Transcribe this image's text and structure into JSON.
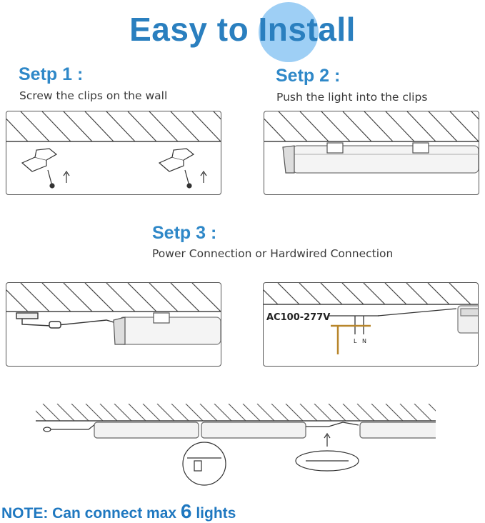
{
  "title": "Easy to Install",
  "steps": [
    {
      "heading": "Setp 1 :",
      "desc": "Screw the clips on the wall"
    },
    {
      "heading": "Setp 2 :",
      "desc": "Push the light into the clips"
    },
    {
      "heading": "Setp 3 :",
      "desc": "Power Connection or Hardwired Connection"
    }
  ],
  "wiring": {
    "voltage": "AC100-277V",
    "line": "L",
    "neutral": "N"
  },
  "note": {
    "prefix": "NOTE: Can connect max",
    "count": "6",
    "suffix": " lights"
  },
  "colors": {
    "title": "#2a7fbf",
    "heading": "#2f88c8",
    "note": "#1f78c0",
    "highlight": "#9ecff5",
    "wire_brown": "#b8862b"
  }
}
